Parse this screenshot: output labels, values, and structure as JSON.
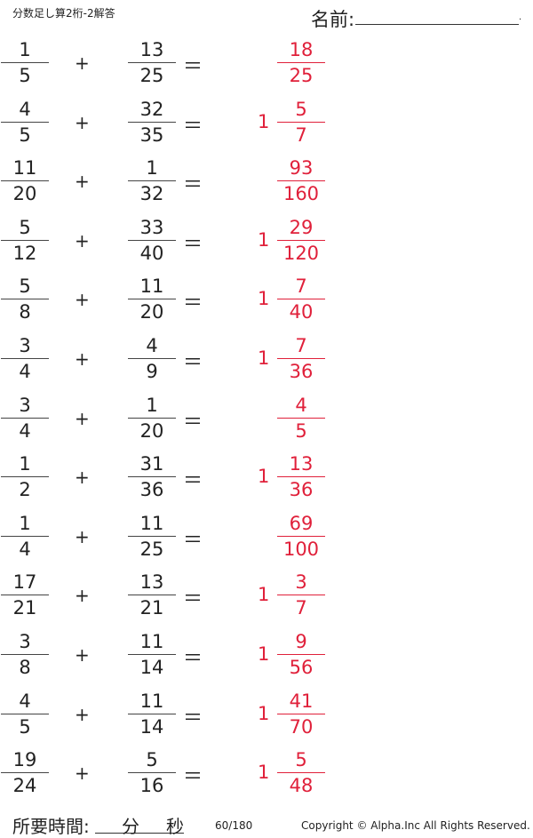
{
  "header": {
    "title": "分数足し算2桁-2解答",
    "name_label": "名前:"
  },
  "problems": [
    {
      "a": [
        "1",
        "5"
      ],
      "b": [
        "13",
        "25"
      ],
      "whole": "",
      "ans": [
        "18",
        "25"
      ]
    },
    {
      "a": [
        "4",
        "5"
      ],
      "b": [
        "32",
        "35"
      ],
      "whole": "1",
      "ans": [
        "5",
        "7"
      ]
    },
    {
      "a": [
        "11",
        "20"
      ],
      "b": [
        "1",
        "32"
      ],
      "whole": "",
      "ans": [
        "93",
        "160"
      ]
    },
    {
      "a": [
        "5",
        "12"
      ],
      "b": [
        "33",
        "40"
      ],
      "whole": "1",
      "ans": [
        "29",
        "120"
      ]
    },
    {
      "a": [
        "5",
        "8"
      ],
      "b": [
        "11",
        "20"
      ],
      "whole": "1",
      "ans": [
        "7",
        "40"
      ]
    },
    {
      "a": [
        "3",
        "4"
      ],
      "b": [
        "4",
        "9"
      ],
      "whole": "1",
      "ans": [
        "7",
        "36"
      ]
    },
    {
      "a": [
        "3",
        "4"
      ],
      "b": [
        "1",
        "20"
      ],
      "whole": "",
      "ans": [
        "4",
        "5"
      ]
    },
    {
      "a": [
        "1",
        "2"
      ],
      "b": [
        "31",
        "36"
      ],
      "whole": "1",
      "ans": [
        "13",
        "36"
      ]
    },
    {
      "a": [
        "1",
        "4"
      ],
      "b": [
        "11",
        "25"
      ],
      "whole": "",
      "ans": [
        "69",
        "100"
      ]
    },
    {
      "a": [
        "17",
        "21"
      ],
      "b": [
        "13",
        "21"
      ],
      "whole": "1",
      "ans": [
        "3",
        "7"
      ]
    },
    {
      "a": [
        "3",
        "8"
      ],
      "b": [
        "11",
        "14"
      ],
      "whole": "1",
      "ans": [
        "9",
        "56"
      ]
    },
    {
      "a": [
        "4",
        "5"
      ],
      "b": [
        "11",
        "14"
      ],
      "whole": "1",
      "ans": [
        "41",
        "70"
      ]
    },
    {
      "a": [
        "19",
        "24"
      ],
      "b": [
        "5",
        "16"
      ],
      "whole": "1",
      "ans": [
        "5",
        "48"
      ]
    }
  ],
  "symbols": {
    "plus": "+",
    "equals": "＝"
  },
  "footer": {
    "time_label": "所要時間:",
    "minutes": "分",
    "seconds": "秒",
    "page": "60/180",
    "copyright": "Copyright ©  Alpha.Inc All Rights Reserved."
  },
  "colors": {
    "answer": "#e0203a",
    "text": "#222222"
  }
}
